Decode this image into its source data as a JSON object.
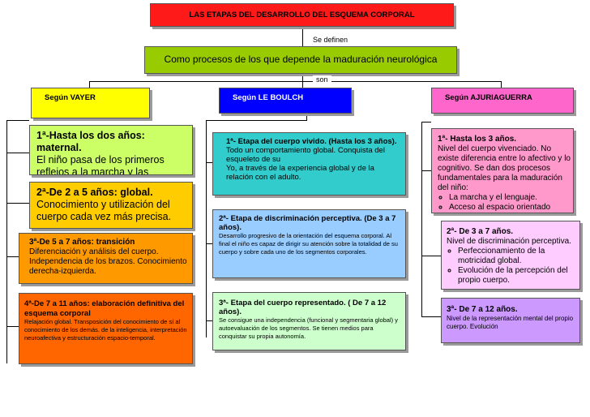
{
  "title": "LAS ETAPAS DEL DESARROLLO DEL ESQUEMA CORPORAL",
  "connector_define": "Se definen",
  "definition": "Como procesos de los que  depende  la maduración neurológica",
  "connector_son": "son",
  "authors": {
    "vayer": {
      "label": "Según VAYER",
      "stages": [
        {
          "heading": "1ª-Hasta los dos años: maternal.",
          "text": "El niño pasa de los primeros reflejos a la marcha y las"
        },
        {
          "heading": "2ª-De 2 a 5 años: global.",
          "text": "Conocimiento y utilización del cuerpo cada vez más precisa."
        },
        {
          "heading": "3ª-De 5 a 7 años: transición",
          "text": "Diferenciación y análisis del cuerpo. Independencia de los  brazos. Conocimiento derecha-izquierda."
        },
        {
          "heading": "4ª-De 7 a 11 años: elaboración definitiva del esquema corporal",
          "text": "Relajación global. Transposición  del conocimiento de sí al conocimiento de los demás. de la inteligencia, interpretación neuroafectiva y estructuración espacio-temporal."
        }
      ]
    },
    "le_boulch": {
      "label": "Según LE BOULCH",
      "stages": [
        {
          "heading": "1ª- Etapa del cuerpo vivido. (Hasta los 3 años).",
          "text": "Todo un comportamiento global. Conquista del esqueleto de su",
          "text2": "Yo, a través de la experiencia global y de la relación con el adulto."
        },
        {
          "heading": "2ª- Etapa de discriminación perceptiva. (De 3 a 7 años).",
          "text": "Desarrollo progresivo de la orientación del esquema corporal. Al final el niño es capaz de dirigir su atención sobre la totalidad de su cuerpo y sobre cada uno de los segmentos corporales."
        },
        {
          "heading": "3ª- Etapa del cuerpo representado. ( De 7 a 12 años).",
          "text": "Se consigue una independencia (funcional y segmentaria global) y autoevaluación de los segmentos. Se tienen medios para conquistar su propia autonomía."
        }
      ]
    },
    "ajuriaguerra": {
      "label": "Según AJURIAGUERRA",
      "stages": [
        {
          "heading": "1ª- Hasta los 3 años.",
          "text": "Nivel del cuerpo vivenciado. No existe diferencia entre lo afectivo y lo cognitivo. Se dan dos procesos fundamentales para la maduración del niño:",
          "bullets": [
            "La marcha y el lenguaje.",
            "Acceso al espacio orientado"
          ]
        },
        {
          "heading": "2ª- De 3 a 7 años.",
          "text": "Nivel de discriminación perceptiva.",
          "bullets": [
            "Perfeccionamiento de la motricidad global.",
            " Evolución de la percepción del propio cuerpo."
          ]
        },
        {
          "heading": "3ª- De 7 a 12 años.",
          "text": "Nivel de la representación mental del propio cuerpo. Evolución"
        }
      ]
    }
  },
  "colors": {
    "title": "#ff1a1a",
    "definition": "#99cc00",
    "vayer_header": "#ffff00",
    "leboulch_header": "#0000ff",
    "ajuria_header": "#ff66cc",
    "vayer_1": "#ccff66",
    "vayer_2": "#ffcc00",
    "vayer_3": "#ff9900",
    "vayer_4": "#ff6600",
    "leboulch_1": "#33cccc",
    "leboulch_2": "#99ccff",
    "leboulch_3": "#ccffcc",
    "ajuria_1": "#ff99cc",
    "ajuria_2": "#ffccff",
    "ajuria_3": "#cc99ff"
  }
}
